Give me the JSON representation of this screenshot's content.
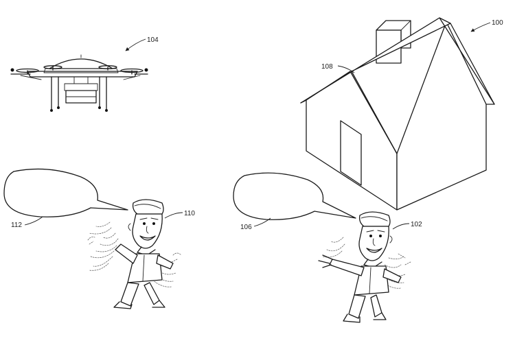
{
  "labels": {
    "drone": "104",
    "house": "100",
    "roof": "108",
    "speech_left": "112",
    "person_left": "110",
    "speech_right": "106",
    "person_right": "102"
  }
}
